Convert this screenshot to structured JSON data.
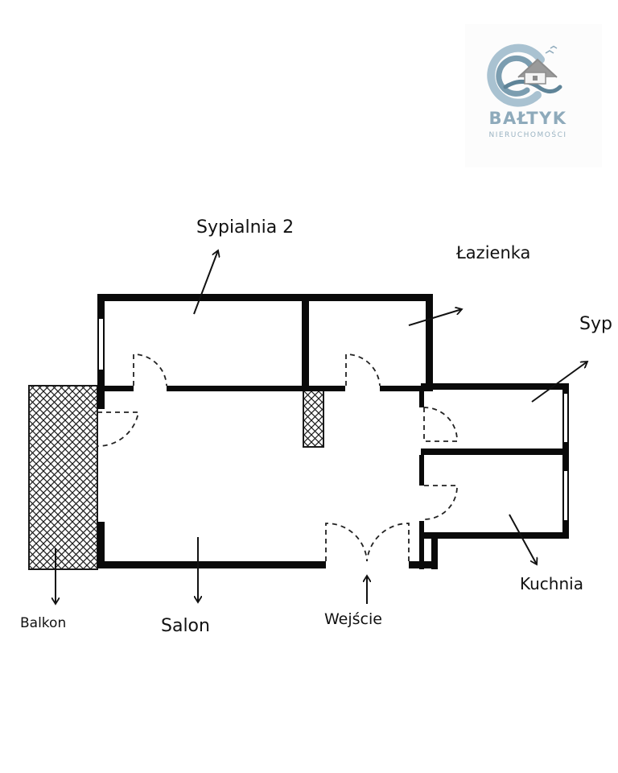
{
  "logo": {
    "name": "BAŁTYK",
    "tagline": "NIERUCHOMOŚCI",
    "colors": {
      "wave": "#9fb8c8",
      "wave_dark": "#5f8498",
      "roof": "#8c8c8c",
      "text": "#8eaabb",
      "tagline": "#9ab3c2"
    }
  },
  "plan": {
    "rooms": {
      "bedroom2": "Sypialnia 2",
      "bathroom": "Łazienka",
      "bedroom1": "Syp",
      "kitchen": "Kuchnia",
      "living": "Salon",
      "balcony": "Balkon",
      "entrance": "Wejście"
    },
    "colors": {
      "wall": "#0a0a0a",
      "hatch": "#1a1a1a",
      "text": "#111111"
    }
  }
}
